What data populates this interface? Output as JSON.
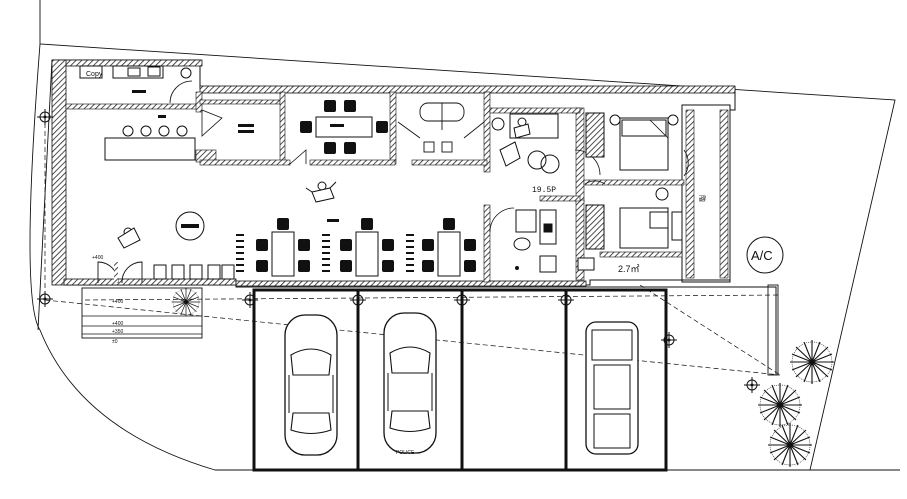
{
  "labels": {
    "copy": "Copy",
    "area": "19.5P",
    "stair": "2.7㎡",
    "ac": "A/C",
    "police": "POLICE",
    "elev1": "+400",
    "elev2": "+400",
    "elev3": "+400",
    "elev4": "+350",
    "elev5": "±0"
  },
  "colors": {
    "line": "#111111",
    "hatch": "#222222"
  },
  "icons": [
    "person-icon",
    "car-icon",
    "tree-icon",
    "survey-point-icon",
    "bed-icon",
    "toilet-icon",
    "sink-icon"
  ]
}
